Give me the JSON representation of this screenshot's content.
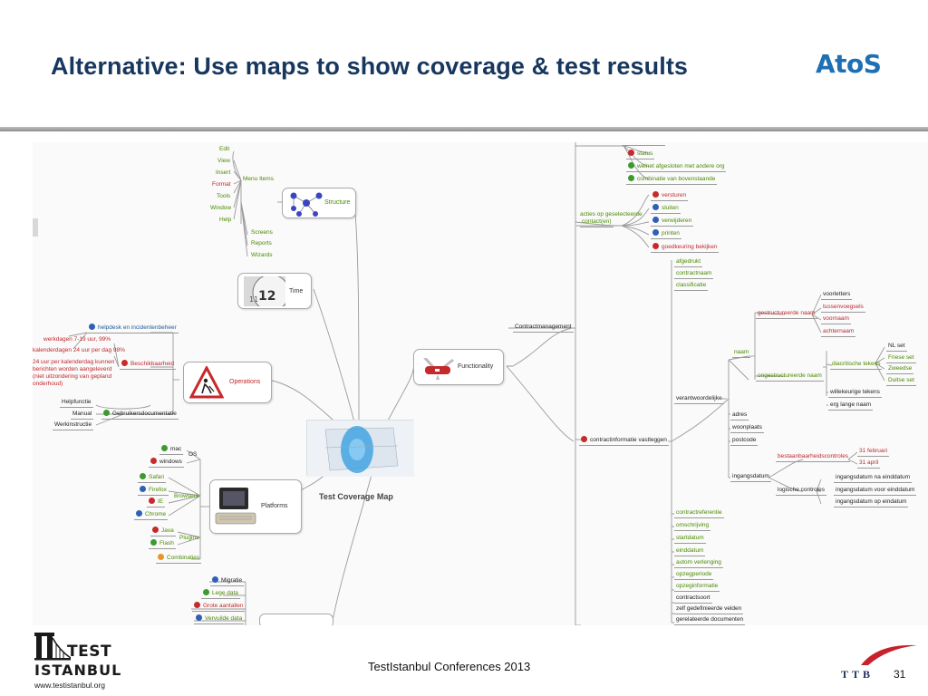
{
  "slide": {
    "title": "Alternative: Use maps to show coverage & test results",
    "brand_logo": "AtoS",
    "footer_text": "TestIstanbul Conferences 2013",
    "footer_logo_line1": "TEST",
    "footer_logo_line2": "ISTANBUL",
    "footer_url": "www.testistanbul.org",
    "ttb_logo": "TTB",
    "page_number": "31"
  },
  "colors": {
    "title": "#17375e",
    "atos_blue": "#1f6fb4",
    "node_green": "#4b8a00",
    "node_red": "#c0282d",
    "status_red": "#c72a2a",
    "status_blue": "#2f5fb6",
    "status_green": "#3d9b2e",
    "status_orange": "#e8962a"
  },
  "mindmap": {
    "center_label": "Test Coverage Map",
    "main_nodes": {
      "structure": "Structure",
      "time": "Time",
      "operations": "Operations",
      "platforms": "Platforms",
      "functionality": "Functionality"
    },
    "structure": {
      "menu_items_label": "Menu Items",
      "menu_items": [
        "Edit",
        "View",
        "Insert",
        "Format",
        "Tools",
        "Window",
        "Help"
      ],
      "other": [
        "Screens",
        "Reports",
        "Wizards"
      ]
    },
    "operations": {
      "helpdesk": "helpdesk en incidentenbeheer",
      "werkdagen": "werkdagen 7-19 uur, 99%",
      "kalenderdagen": "kalenderdagen 24 uur per dag 98%",
      "bijstand1": "24 uur per kalenderdag kunnen",
      "bijstand2": "berichten worden aangeleverd",
      "bijstand3": "(niet uitzondering van gepland",
      "bijstand4": "onderhoud)",
      "beschikbaarheid": "Beschikbaarheid",
      "helpfunctie": "Helpfunctie",
      "manual": "Manual",
      "werkinstructie": "Werkinstructie",
      "gebruikersdoc": "Gebruikersdocumentatie"
    },
    "platforms": {
      "os_label": "OS",
      "os_items": [
        "mac",
        "windows"
      ],
      "browsers_label": "Browsers",
      "browsers": [
        "Safari",
        "Firefox",
        "IE",
        "Chrome"
      ],
      "plugins_label": "Plugins",
      "plugins": [
        "Java",
        "Flash"
      ],
      "combinaties": "Combinaties"
    },
    "data": {
      "items": [
        "Migratie",
        "Lege data",
        "Grote aantallen",
        "Vervuilde data"
      ]
    },
    "functionality": {
      "contractmanagement": "Contractmanagement",
      "top_items": [
        "status",
        "welnet afgesloten met andere org",
        "combinatie van bovenstaande"
      ],
      "acties_label_1": "acties op geselecteerde",
      "acties_label_2": "contact(en)",
      "acties": [
        "versturen",
        "sluiten",
        "verwijderen",
        "printen",
        "goedkeuring bekijken"
      ],
      "contractinfo": "contractinformatie vastleggen",
      "list_a": [
        "afgedrukt",
        "contractnaam",
        "classificatie"
      ],
      "verantwoordelijke": "verantwoordelijke",
      "naam": "naam",
      "gestructureerde": "gestructureerde naam",
      "gestr_items": [
        "voorletters",
        "tussenvoegsels",
        "voornaam",
        "achternaam"
      ],
      "ongestructureerde": "ongestructureerde naam",
      "diacritische": "diacritische tekens",
      "diac_items": [
        "NL set",
        "Friese set",
        "Zweedse",
        "Duitse set"
      ],
      "willekeurige": "willekeurige tekens",
      "erg_lange": "erg lange naam",
      "adres": "adres",
      "woonplaats": "woonplaats",
      "postcode": "postcode",
      "ingangsdatum": "ingangsdatum",
      "bestaansbaarheid": "bestaanbaarheidscontroles",
      "best_items": [
        "31 februari",
        "31 april"
      ],
      "logische": "logische controles",
      "log_items": [
        "ingangsdatum na einddatum",
        "ingangsdatum voor einddatum",
        "ingangsdatum op eindatum"
      ],
      "list_b": [
        "contractreferentie",
        "omschrijving",
        "startdatum",
        "einddatum",
        "autom verlenging",
        "opzegperiode",
        "opzeginformatie",
        "contractsoort",
        "zelf gedefinieerde velden",
        "gerelateerde documenten"
      ]
    }
  }
}
